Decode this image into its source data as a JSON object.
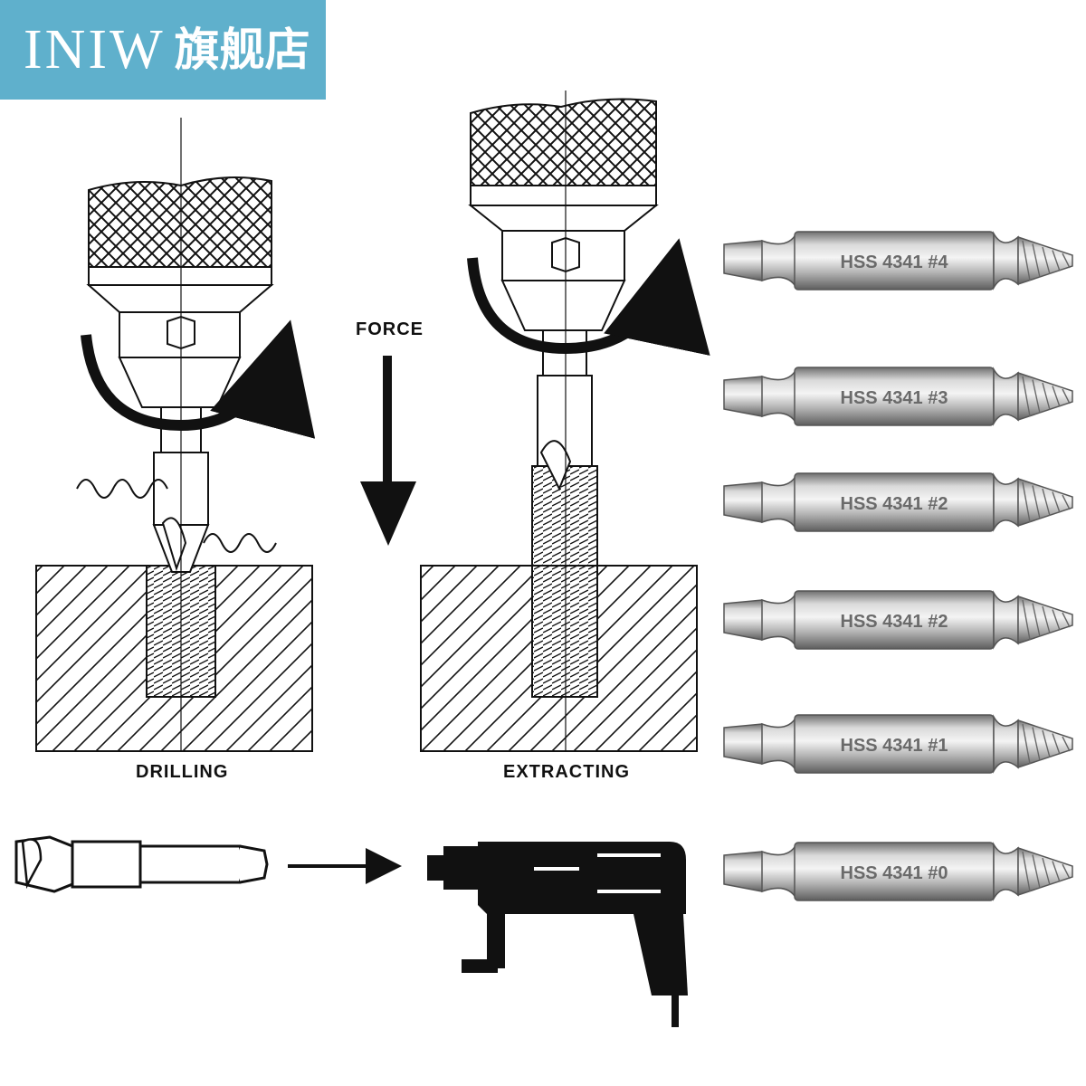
{
  "brand": {
    "latin": "INIW",
    "cjk": "旗舰店",
    "bg_color": "#5fb0cc"
  },
  "labels": {
    "force": "FORCE",
    "drilling": "DRILLING",
    "extracting": "EXTRACTING"
  },
  "bits": [
    {
      "label": "HSS 4341 #4"
    },
    {
      "label": "HSS 4341 #3"
    },
    {
      "label": "HSS 4341 #2"
    },
    {
      "label": "HSS 4341  #2"
    },
    {
      "label": "HSS 4341 #1"
    },
    {
      "label": "HSS 4341 #0"
    }
  ],
  "colors": {
    "ink": "#111111",
    "steel_light": "#e4e4e4",
    "steel_dark": "#8e8e8e"
  }
}
